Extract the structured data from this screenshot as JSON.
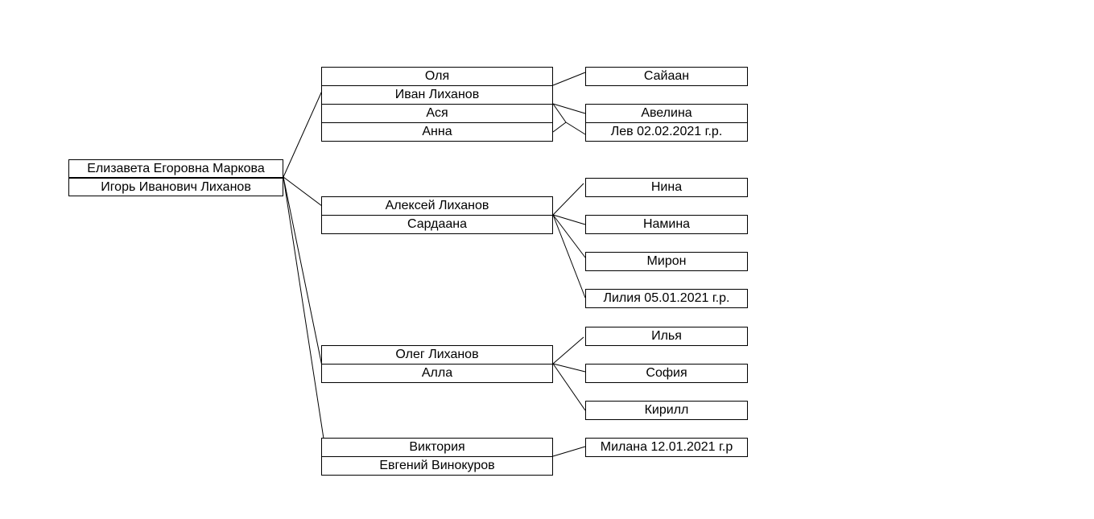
{
  "root": [
    "Елизавета Егоровна Маркова",
    "Игорь Иванович Лиханов"
  ],
  "families": [
    {
      "members": [
        "Оля",
        "Иван Лиханов",
        "Ася",
        "Анна"
      ],
      "children": [
        "Сайаан",
        "Авелина",
        "Лев 02.02.2021 г.р."
      ]
    },
    {
      "members": [
        "Алексей Лиханов",
        "Сардаана"
      ],
      "children": [
        "Нина",
        "Намина",
        "Мирон",
        "Лилия 05.01.2021 г.р."
      ]
    },
    {
      "members": [
        "Олег Лиханов",
        "Алла"
      ],
      "children": [
        "Илья",
        "София",
        "Кирилл"
      ]
    },
    {
      "members": [
        "Виктория",
        "Евгений Винокуров"
      ],
      "children": [
        "Милана 12.01.2021 г.р"
      ]
    }
  ]
}
